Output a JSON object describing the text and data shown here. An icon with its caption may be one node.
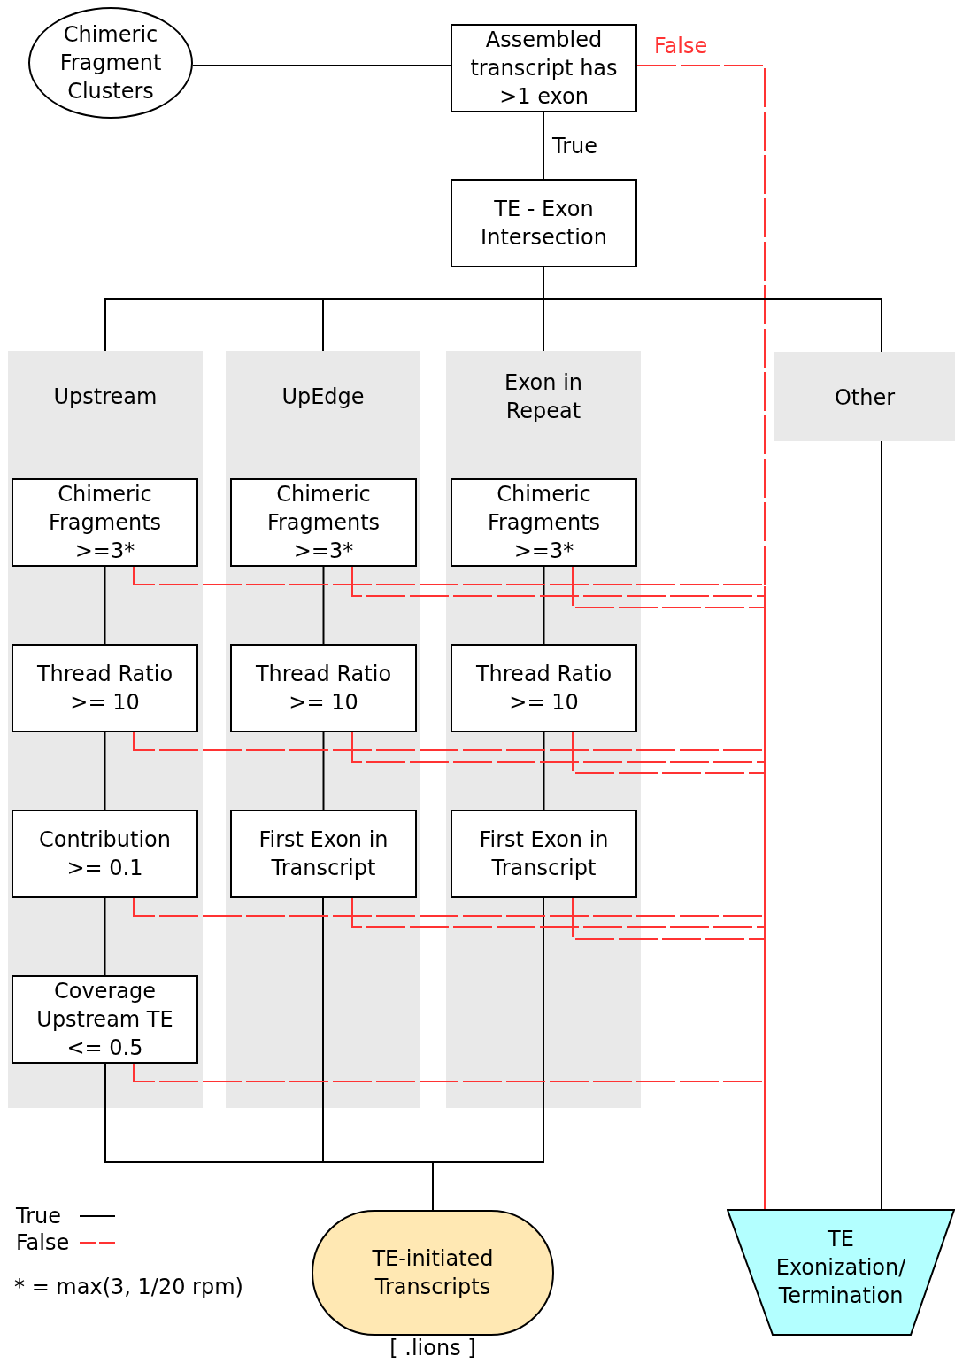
{
  "diagram": {
    "nodes": [
      {
        "text": [
          "Chimeric Fragment Clusters"
        ]
      },
      {
        "text": [
          "Assembled transcript has >1 exon"
        ]
      },
      {
        "text": [
          "TE - Exon Intersection"
        ]
      },
      {
        "text": [
          "Upstream"
        ]
      },
      {
        "text": [
          "UpEdge"
        ]
      },
      {
        "text": [
          "Exon in Repeat"
        ]
      },
      {
        "text": [
          "Other"
        ]
      },
      {
        "text": [
          "Chimeric Fragments >=3*"
        ],
        "in": 3
      },
      {
        "text": [
          "Thread Ratio >= 10"
        ],
        "in": 3
      },
      {
        "text": [
          "Contribution >= 0.1"
        ],
        "in": 3
      },
      {
        "text": [
          "Coverage Upstream TE <= 0.5"
        ],
        "in": 3
      },
      {
        "text": [
          "Chimeric Fragments >=3*"
        ],
        "in": 4
      },
      {
        "text": [
          "Thread Ratio >= 10"
        ],
        "in": 4
      },
      {
        "text": [
          "First Exon in Transcript"
        ],
        "in": 4
      },
      {
        "text": [
          "Chimeric Fragments >=3*"
        ],
        "in": 5
      },
      {
        "text": [
          "Thread Ratio >= 10"
        ],
        "in": 5
      },
      {
        "text": [
          "First Exon in Transcript"
        ],
        "in": 5
      },
      {
        "text": [
          "TE-initiated Transcripts"
        ],
        "beside": [
          "[ .lions ]"
        ]
      },
      {
        "text": [
          "TE Exonization/ Termination"
        ]
      }
    ],
    "edges": [
      {
        "from": 0,
        "to": 1,
        "arrow": "none"
      },
      {
        "from": 1,
        "to": 2,
        "arrow": "none",
        "label": "True"
      },
      {
        "from": 1,
        "to": 18,
        "arrow": "none",
        "label": "False",
        "style": "dashed",
        "color": "#ff3333"
      },
      {
        "from": 2,
        "to": 3,
        "arrow": "none"
      },
      {
        "from": 2,
        "to": 4,
        "arrow": "none"
      },
      {
        "from": 2,
        "to": 5,
        "arrow": "none"
      },
      {
        "from": 2,
        "to": 6,
        "arrow": "none"
      },
      {
        "from": 7,
        "to": 8,
        "arrow": "none"
      },
      {
        "from": 8,
        "to": 9,
        "arrow": "none"
      },
      {
        "from": 9,
        "to": 10,
        "arrow": "none"
      },
      {
        "from": 10,
        "to": 17,
        "arrow": "none"
      },
      {
        "from": 11,
        "to": 12,
        "arrow": "none"
      },
      {
        "from": 12,
        "to": 13,
        "arrow": "none"
      },
      {
        "from": 13,
        "to": 17,
        "arrow": "none"
      },
      {
        "from": 14,
        "to": 15,
        "arrow": "none"
      },
      {
        "from": 15,
        "to": 16,
        "arrow": "none"
      },
      {
        "from": 16,
        "to": 17,
        "arrow": "none"
      },
      {
        "from": 6,
        "to": 18,
        "arrow": "none"
      },
      {
        "from": 7,
        "to": 18,
        "arrow": "none",
        "style": "dashed",
        "color": "#ff3333"
      },
      {
        "from": 8,
        "to": 18,
        "arrow": "none",
        "style": "dashed",
        "color": "#ff3333"
      },
      {
        "from": 9,
        "to": 18,
        "arrow": "none",
        "style": "dashed",
        "color": "#ff3333"
      },
      {
        "from": 10,
        "to": 18,
        "arrow": "none",
        "style": "dashed",
        "color": "#ff3333"
      },
      {
        "from": 11,
        "to": 18,
        "arrow": "none",
        "style": "dashed",
        "color": "#ff3333"
      },
      {
        "from": 12,
        "to": 18,
        "arrow": "none",
        "style": "dashed",
        "color": "#ff3333"
      },
      {
        "from": 13,
        "to": 18,
        "arrow": "none",
        "style": "dashed",
        "color": "#ff3333"
      },
      {
        "from": 14,
        "to": 18,
        "arrow": "none",
        "style": "dashed",
        "color": "#ff3333"
      },
      {
        "from": 15,
        "to": 18,
        "arrow": "none",
        "style": "dashed",
        "color": "#ff3333"
      },
      {
        "from": 16,
        "to": 18,
        "arrow": "none",
        "style": "dashed",
        "color": "#ff3333"
      }
    ],
    "labels": [
      "* = max(3, 1/20 rpm)"
    ],
    "legend": [
      {
        "text": "True"
      },
      {
        "text": "False"
      }
    ]
  }
}
